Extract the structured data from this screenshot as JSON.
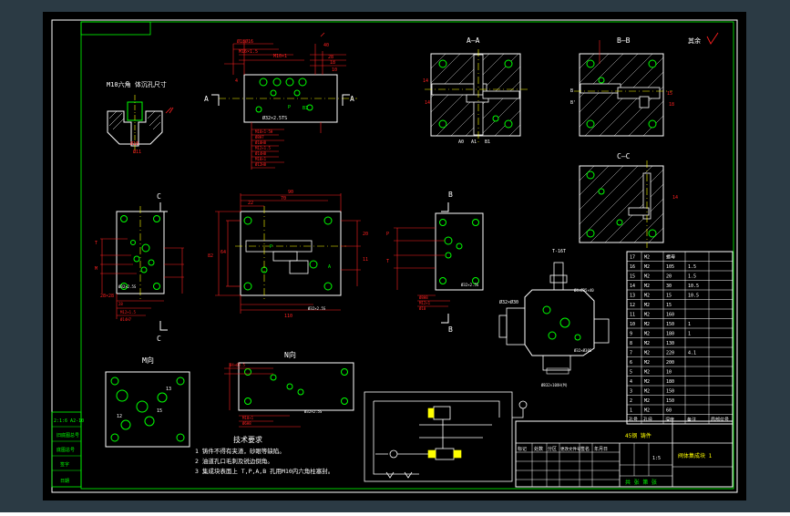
{
  "colors": {
    "background": "#ffffff",
    "frame_bg": "#2b3a44",
    "paper": "#000000",
    "border": "#ffffff",
    "dim": "#ff2020",
    "part": "#ffffff",
    "holes": "#00ff00",
    "accent": "#ffff00",
    "hatch": "#ffffff",
    "title": "#00ff00"
  },
  "views": {
    "section_aa": "A—A",
    "section_bb": "B—B",
    "section_cc": "C—C",
    "view_m": "M向",
    "view_n": "N向",
    "m10_note": "M10六角 体沉孔尺寸",
    "rough_note": "其余",
    "cut_A_left": "A",
    "cut_A_right": "A",
    "cut_C_top": "C",
    "cut_C_bottom": "C",
    "cut_B_top": "B",
    "cut_B_bottom": "B"
  },
  "tech_notes": {
    "title": "技术要求",
    "lines": [
      "1  铸件不得有夹渣，砂眼等缺陷。",
      "2  油道孔口毛刺及锐边倒角。",
      "3  集成块表面上 T,P,A,B 孔用M10内六角柱塞封。"
    ]
  },
  "parts_table": {
    "rows": [
      [
        "17",
        "M2",
        "螺母",
        "",
        ""
      ],
      [
        "16",
        "M2",
        "105",
        "1.5",
        ""
      ],
      [
        "15",
        "M2",
        "20",
        "1.5",
        ""
      ],
      [
        "14",
        "M2",
        "30",
        "10.5",
        ""
      ],
      [
        "13",
        "M2",
        "15",
        "10.5",
        ""
      ],
      [
        "12",
        "M2",
        "15",
        "",
        ""
      ],
      [
        "11",
        "M2",
        "160",
        "",
        ""
      ],
      [
        "10",
        "M2",
        "150",
        "1",
        ""
      ],
      [
        "9",
        "M2",
        "180",
        "1",
        ""
      ],
      [
        "8",
        "M2",
        "130",
        "",
        ""
      ],
      [
        "7",
        "M2",
        "220",
        "4.1",
        ""
      ],
      [
        "6",
        "M2",
        "200",
        "",
        ""
      ],
      [
        "5",
        "M2",
        "10",
        "",
        ""
      ],
      [
        "4",
        "M2",
        "180",
        "",
        ""
      ],
      [
        "3",
        "M2",
        "150",
        "",
        ""
      ],
      [
        "2",
        "M2",
        "150",
        "",
        ""
      ],
      [
        "1",
        "M2",
        "60",
        "",
        ""
      ]
    ],
    "footer": [
      "孔号",
      "孔径",
      "深度",
      "备注",
      "局部位号"
    ]
  },
  "title_block": {
    "material": "45钢  铸件",
    "name": "阀体集成块  1",
    "headers": [
      "标记",
      "处数",
      "分区",
      "更改文件号",
      "签名",
      "年月日"
    ],
    "scale": "1:5",
    "company": "共 张  第 张"
  },
  "left_strip": [
    "2:1:6 A2-10",
    "旧底图总号",
    "底图总号",
    "签字",
    "日期"
  ]
}
